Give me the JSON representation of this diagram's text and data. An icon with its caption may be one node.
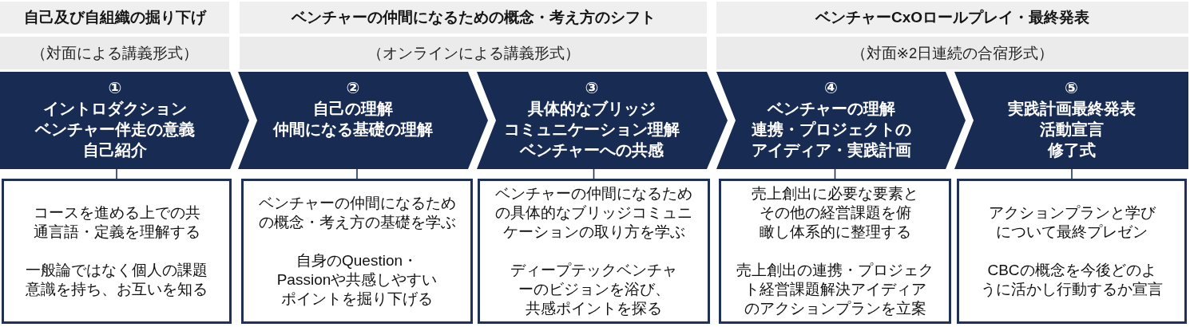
{
  "diagram": {
    "nodes": [
      {
        "text": [
          "自己及び自組織の掘り下げ"
        ]
      },
      {
        "text": [
          "ベンチャーの仲間になるための概念・考え方のシフト"
        ]
      },
      {
        "text": [
          "ベンチャーCxOロールプレイ・最終発表"
        ]
      },
      {
        "text": [
          "（対面による講義形式）"
        ]
      },
      {
        "text": [
          "（オンラインによる講義形式）"
        ]
      },
      {
        "text": [
          "（対面※2日連続の合宿形式）"
        ]
      },
      {
        "text": [
          "①",
          "イントロダクション",
          "ベンチャー伴走の意義",
          "自己紹介"
        ]
      },
      {
        "text": [
          "②",
          "自己の理解",
          "仲間になる基礎の理解"
        ]
      },
      {
        "text": [
          "③",
          "具体的なブリッジ",
          "コミュニケーション理解",
          "ベンチャーへの共感"
        ]
      },
      {
        "text": [
          "④",
          "ベンチャーの理解",
          "連携・プロジェクトのアイディア・実践計画"
        ]
      },
      {
        "text": [
          "⑤",
          "実践計画最終発表",
          "活動宣言",
          "修了式"
        ]
      },
      {
        "text": [
          "コースを進める上での共通言語・定義を理解する",
          "一般論ではなく個人の課題意識を持ち、お互いを知る"
        ]
      },
      {
        "text": [
          "ベンチャーの仲間になるための概念・考え方の基礎を学ぶ",
          "自身のQuestion・Passionや共感しやすいポイントを掘り下げる"
        ]
      },
      {
        "text": [
          "ベンチャーの仲間になるための具体的なブリッジコミュニケーションの取り方を学ぶ",
          "ディープテックベンチャーのビジョンを浴び、共感ポイントを探る"
        ]
      },
      {
        "text": [
          "売上創出に必要な要素とその他の経営課題を俯瞰し体系的に整理する",
          "売上創出の連携・プロジェクト経営課題解決アイディアのアクションプランを立案"
        ]
      },
      {
        "text": [
          "アクションプランと学びについて最終プレゼン",
          "CBCの概念を今後どのように活かし行動するか宣言"
        ]
      }
    ],
    "edges": [
      {
        "from": 6,
        "to": 7,
        "arrow": "to"
      },
      {
        "from": 7,
        "to": 8,
        "arrow": "to"
      },
      {
        "from": 8,
        "to": 9,
        "arrow": "to"
      },
      {
        "from": 9,
        "to": 10,
        "arrow": "to"
      },
      {
        "from": 6,
        "to": 11,
        "arrow": "none"
      },
      {
        "from": 7,
        "to": 12,
        "arrow": "none"
      },
      {
        "from": 8,
        "to": 13,
        "arrow": "none"
      },
      {
        "from": 9,
        "to": 14,
        "arrow": "none"
      },
      {
        "from": 10,
        "to": 15,
        "arrow": "none"
      }
    ]
  }
}
